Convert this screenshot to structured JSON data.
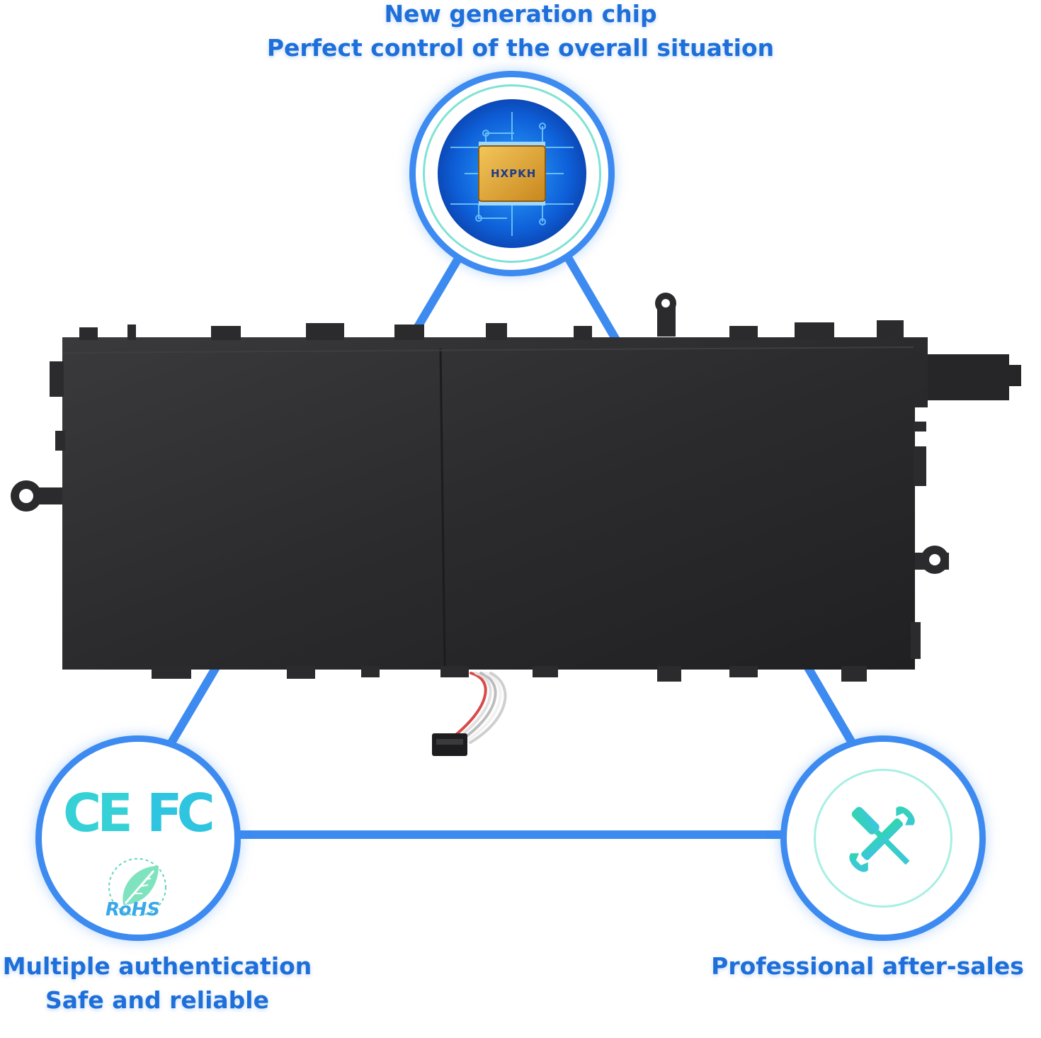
{
  "headline_top": {
    "line1": "New generation chip",
    "line2": "Perfect control of the overall situation"
  },
  "headline_left": {
    "line1": "Multiple authentication",
    "line2": "Safe and reliable"
  },
  "headline_right": {
    "line1": "Professional after-sales"
  },
  "chip_badge": {
    "chip_label": "HXPKH",
    "icon": "chip-icon"
  },
  "cert_badge": {
    "ce_label": "CE",
    "fc_label": "FC",
    "rohs_label": "RoHS",
    "icons": [
      "ce-mark-icon",
      "fcc-mark-icon",
      "rohs-leaf-icon"
    ]
  },
  "service_badge": {
    "icon": "tools-icon"
  },
  "colors": {
    "accent_blue": "#3d8bf0",
    "text_blue": "#1e6fd9",
    "teal": "#36d1d6",
    "battery_body": "#2a2a2c"
  }
}
